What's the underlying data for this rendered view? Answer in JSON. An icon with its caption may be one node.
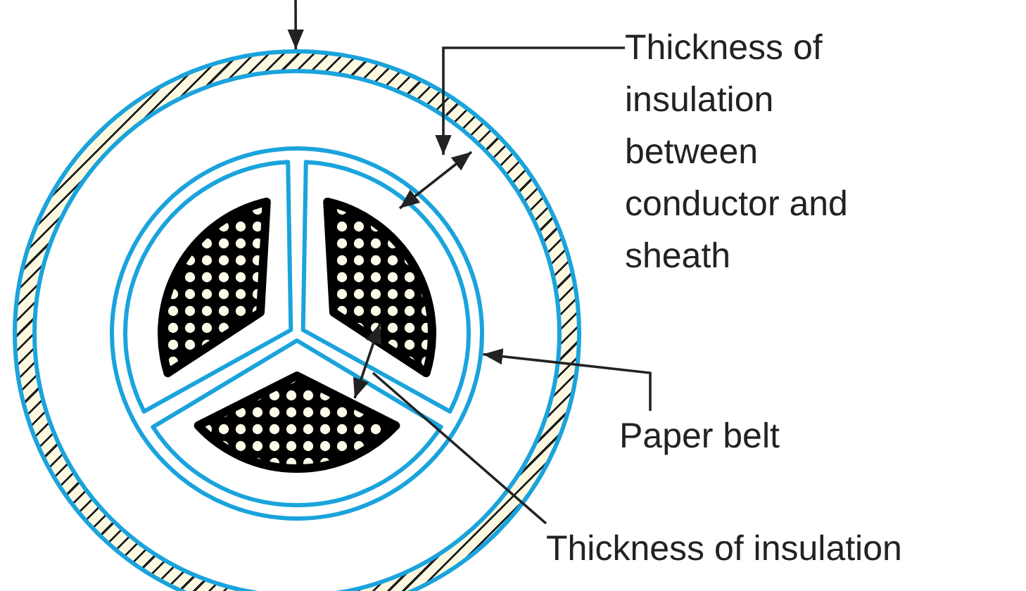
{
  "diagram": {
    "nodes": [
      {
        "text": [],
        "shape": "circle"
      },
      {
        "text": [],
        "shape": "circle",
        "in": 0
      },
      {
        "text": [
          "Thickness of insulation between conductor and sheath"
        ]
      },
      {
        "text": [
          "Paper belt"
        ]
      },
      {
        "text": [
          "Thickness of insulation"
        ]
      }
    ],
    "edges": [
      {
        "from": null,
        "to": 0,
        "arrow": "to"
      },
      {
        "from": 2,
        "to": 0,
        "arrow": "to"
      },
      {
        "from": 3,
        "to": 1,
        "arrow": "to"
      },
      {
        "from": 4,
        "to": 1,
        "arrow": "none"
      }
    ]
  }
}
